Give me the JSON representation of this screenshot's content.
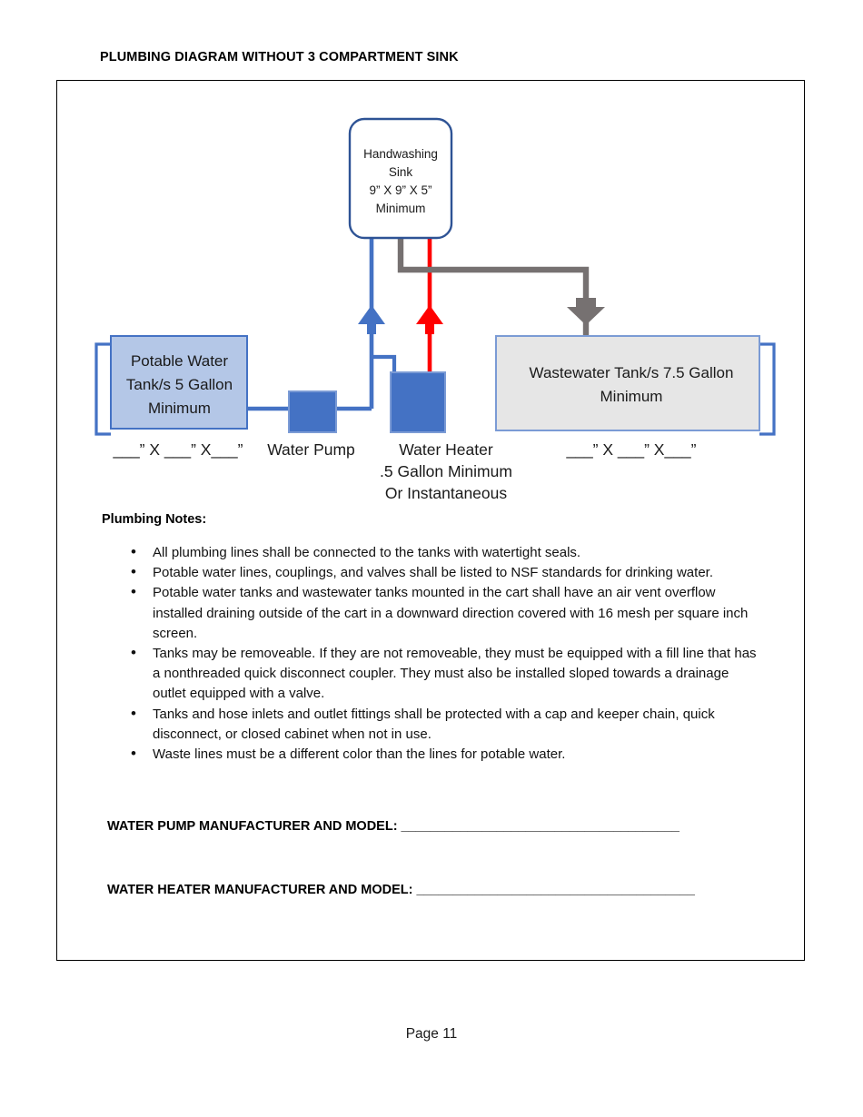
{
  "document": {
    "title": "PLUMBING DIAGRAM WITHOUT 3 COMPARTMENT SINK",
    "footer": "Page 11"
  },
  "diagram": {
    "sink": {
      "label": "Handwashing\nSink\n9” X 9” X 5”\nMinimum",
      "border_color": "#2E5395",
      "fill_color": "#FFFFFF"
    },
    "potable_tank": {
      "label": "Potable Water\nTank/s 5 Gallon\nMinimum",
      "dimensions": "___” X ___” X___”",
      "fill_color": "#B4C7E7",
      "border_color": "#4472C4"
    },
    "water_pump": {
      "caption": "Water Pump",
      "fill_color": "#4472C4",
      "border_color": "#7B9BD5"
    },
    "water_heater": {
      "caption": "Water Heater\n.5 Gallon Minimum\nOr Instantaneous",
      "fill_color": "#4472C4",
      "border_color": "#7B9BD5"
    },
    "wastewater_tank": {
      "label": "Wastewater Tank/s 7.5 Gallon\nMinimum",
      "dimensions": "___” X ___” X___”",
      "fill_color": "#E6E6E6",
      "border_color": "#7B9BD5"
    },
    "lines": {
      "cold_water_color": "#4472C4",
      "hot_water_color": "#FF0000",
      "waste_color": "#767171"
    }
  },
  "notes": {
    "heading": "Plumbing Notes:",
    "items": [
      "All plumbing lines shall be connected to the tanks with watertight seals.",
      "Potable water lines, couplings, and valves shall be listed to NSF standards for drinking water.",
      "Potable water tanks and wastewater tanks mounted in the cart shall have an air vent overflow installed draining outside of the cart in a downward direction covered with 16 mesh per square inch screen.",
      "Tanks may be removeable.  If they are not removeable, they must be equipped with a fill line that has a nonthreaded quick disconnect coupler.  They must also be installed sloped towards a drainage outlet equipped with a valve.",
      "Tanks and hose inlets and outlet fittings shall be protected with a cap and keeper chain, quick disconnect, or closed cabinet when not in use.",
      "Waste lines must be a different color than the lines for potable water."
    ]
  },
  "form_fields": {
    "pump_manufacturer": "WATER PUMP MANUFACTURER AND MODEL: ______________________________________",
    "heater_manufacturer": "WATER HEATER MANUFACTURER AND MODEL: ______________________________________"
  }
}
